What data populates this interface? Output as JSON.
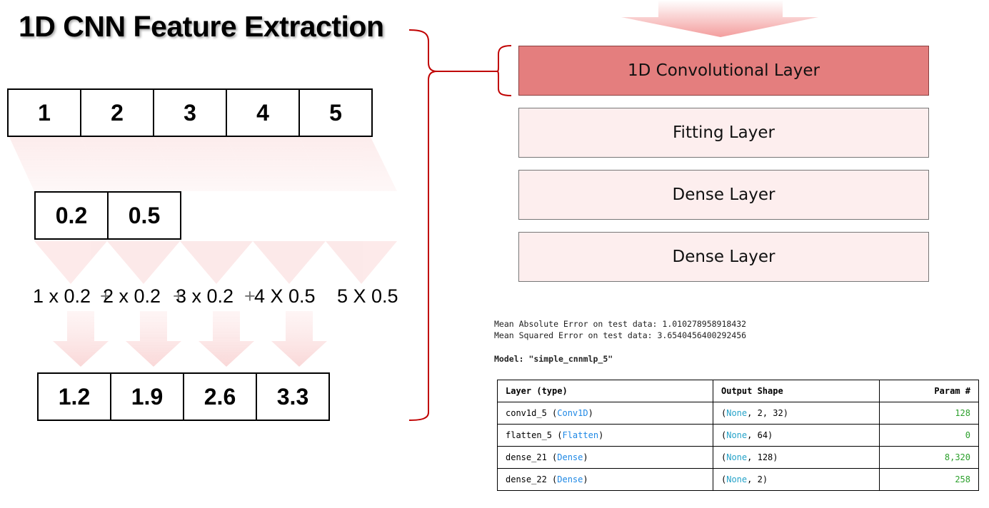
{
  "title": "1D CNN Feature Extraction",
  "input_values": [
    "1",
    "2",
    "3",
    "4",
    "5"
  ],
  "kernel_values": [
    "0.2",
    "0.5"
  ],
  "calculations": [
    "1 x 0.2",
    "+",
    "2 x 0.2",
    "+",
    "3 x 0.2",
    "+",
    "4 X 0.5",
    "5 X 0.5"
  ],
  "output_values": [
    "1.2",
    "1.9",
    "2.6",
    "3.3"
  ],
  "layers": [
    {
      "label": "1D Convolutional Layer",
      "highlighted": true
    },
    {
      "label": "Fitting Layer",
      "highlighted": false
    },
    {
      "label": "Dense Layer",
      "highlighted": false
    },
    {
      "label": "Dense Layer",
      "highlighted": false
    }
  ],
  "colors": {
    "highlight": "#e47e7e",
    "layer_bg": "#fdeeee",
    "bracket": "#c00000",
    "flow": "#f7c9c9"
  },
  "console": {
    "mae_line": "Mean Absolute Error on test data: 1.010278958918432",
    "mse_line": "Mean Squared Error on test data: 3.6540456400292456",
    "model_line": "Model: \"simple_cnnmlp_5\""
  },
  "summary": {
    "headers": [
      "Layer (type)",
      "Output Shape",
      "Param #"
    ],
    "rows": [
      {
        "name": "conv1d_5",
        "type": "Conv1D",
        "shape_none": "None",
        "shape_rest": ", 2, 32",
        "params": "128"
      },
      {
        "name": "flatten_5",
        "type": "Flatten",
        "shape_none": "None",
        "shape_rest": ", 64",
        "params": "0"
      },
      {
        "name": "dense_21",
        "type": "Dense",
        "shape_none": "None",
        "shape_rest": ", 128",
        "params": "8,320"
      },
      {
        "name": "dense_22",
        "type": "Dense",
        "shape_none": "None",
        "shape_rest": ", 2",
        "params": "258"
      }
    ]
  }
}
